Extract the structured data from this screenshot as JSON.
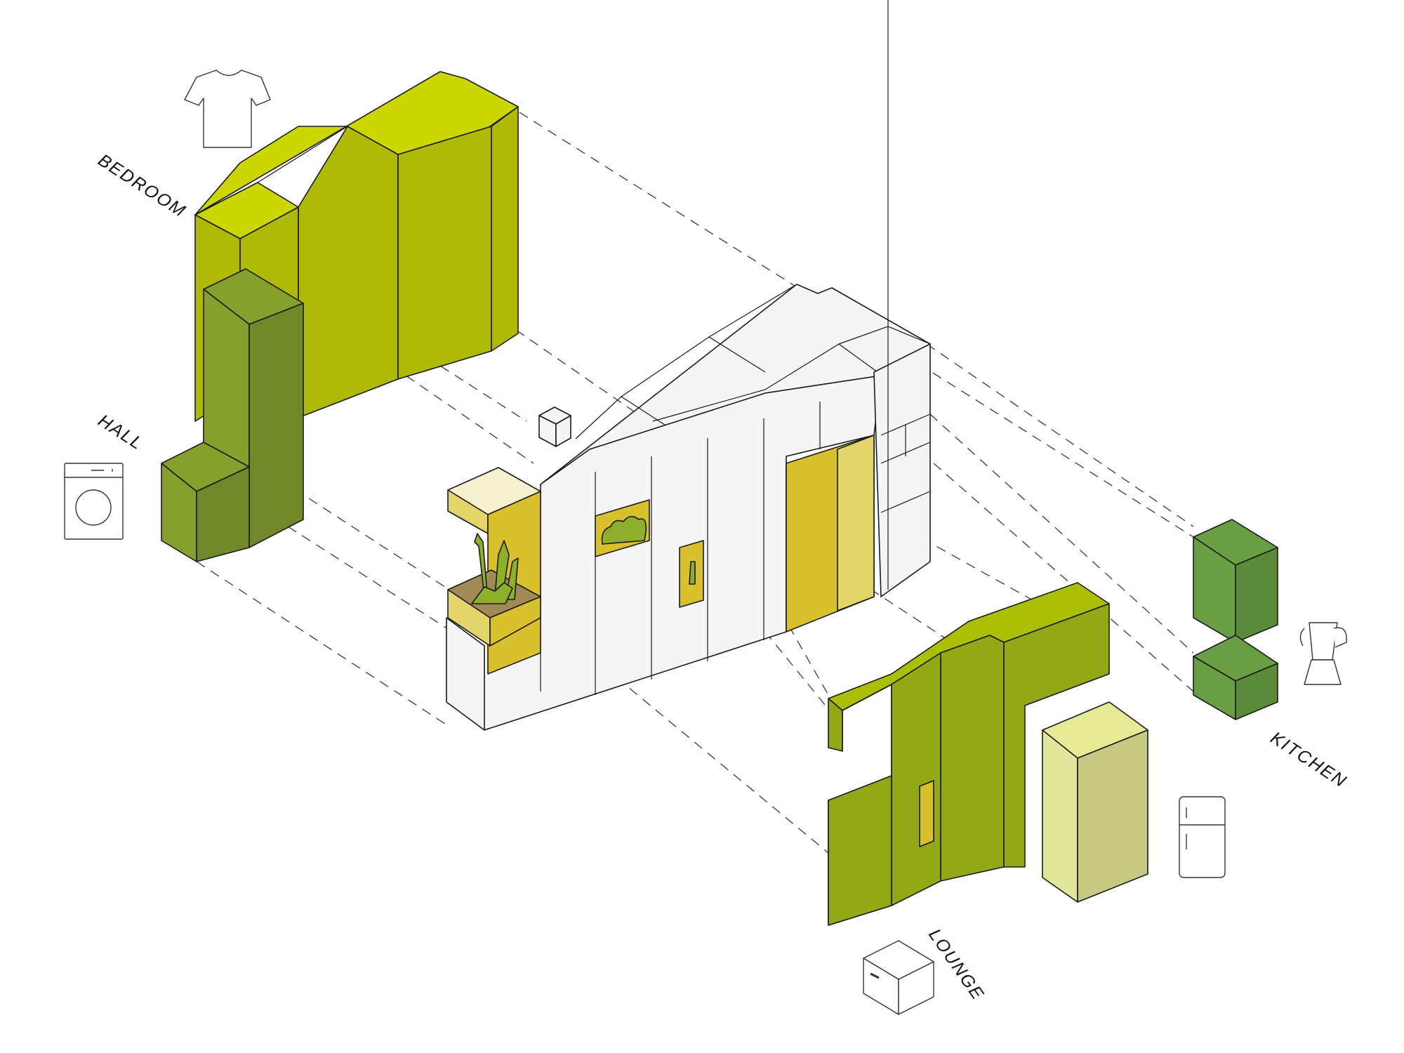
{
  "labels": {
    "bedroom": "BEDROOM",
    "hall": "HALL",
    "kitchen": "KITCHEN",
    "lounge": "LOUNGE"
  },
  "icons": {
    "bedroom": "t-shirt-icon",
    "hall": "washing-machine-icon",
    "kitchen_blender": "blender-icon",
    "kitchen_fridge": "fridge-icon",
    "lounge": "box-icon"
  },
  "colors": {
    "bedroom_top": "#CCD600",
    "bedroom_face": "#AEBA07",
    "hall_light": "#86A02E",
    "hall_dark": "#71882A",
    "kitchen_front": "#6A9E44",
    "kitchen_side": "#5B8A3B",
    "lounge_top": "#AABF06",
    "lounge_face": "#93A817",
    "fridge_top": "#E6EA94",
    "fridge_face": "#E2E69A",
    "fridge_side": "#C7C982",
    "core_white": "#F5F5F5",
    "core_yellow": "#D8C12C",
    "core_yellow_light": "#E4D56A"
  }
}
